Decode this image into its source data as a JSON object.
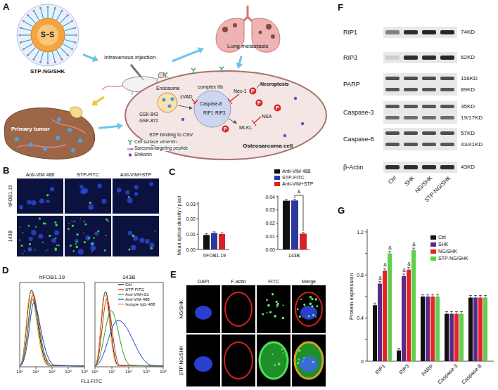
{
  "diagram": {
    "nodes": [
      {
        "text": [
          "S–S",
          "STP-NG/SHK"
        ]
      },
      {
        "text": [
          "Intravenous injection"
        ]
      },
      {
        "text": [
          "Lung metastasis"
        ]
      },
      {
        "text": [
          "Primary tumor"
        ]
      },
      {
        "text": [
          "Osteosarcoma cell"
        ]
      }
    ],
    "edges": [
      {
        "from": 0,
        "to": 1,
        "arrow": "to"
      },
      {
        "from": 1,
        "to": 2,
        "arrow": "to"
      },
      {
        "from": 1,
        "to": 3,
        "arrow": "to"
      },
      {
        "from": 2,
        "to": 4,
        "arrow": "to"
      },
      {
        "from": 3,
        "to": 4,
        "arrow": "to"
      }
    ],
    "labels": [
      "A",
      "B",
      "C",
      "D",
      "E",
      "F",
      "G",
      "Endosome",
      "zVAD",
      "complex IIb",
      "Caspase-8",
      "RIP1",
      "RIP3",
      "MLKL",
      "Nec-1",
      "NSA",
      "Necroptosis",
      "GSK-843",
      "GSK-872",
      "STP binding to CSV",
      "P",
      "P",
      "P",
      "P",
      "Anti-VIM 488",
      "STP-FITC",
      "Anti-VIM+STP",
      "hFOB1.19",
      "143B",
      "Mean optical density / pixel",
      "0.03",
      "0.02",
      "0.01",
      "0.00",
      "0.04",
      "0.03",
      "0.02",
      "0.01",
      "0.00",
      "hFOB1.19",
      "143B",
      "&",
      "hFOB1.19",
      "143B",
      "10⁰",
      "10¹",
      "10²",
      "10³",
      "10⁴",
      "10⁰",
      "10¹",
      "10²",
      "10³",
      "10⁴",
      "FL1-FITC",
      "DAPI",
      "F-actin",
      "FITC",
      "Merge",
      "NG/SHK",
      "STP-NG/SHK",
      "RIP1",
      "RIP3",
      "PARP",
      "Caspase-3",
      "Caspase-8",
      "β-Actin",
      "74KD",
      "62KD",
      "116KD",
      "89KD",
      "35KD",
      "19/17KD",
      "57KD",
      "43/41KD",
      "43KD",
      "Ctrl",
      "SHK",
      "NG/SHK",
      "STP-NG/SHK",
      "Protein expression",
      "1.2",
      "0.8",
      "0.4",
      "0",
      "RIP1",
      "RIP3",
      "PARP",
      "Caspase-3",
      "Caspase-8",
      "&",
      "&",
      "&",
      "&",
      "&",
      "&"
    ],
    "legend": [
      {
        "text": "Cell surface vimentin"
      },
      {
        "text": "Sarcoma-targeting peptide"
      },
      {
        "text": "Shikonin"
      },
      {
        "text": "Anti-VIM 488",
        "color": "#111111"
      },
      {
        "text": "STP-FITC",
        "color": "#2b3a9c"
      },
      {
        "text": "Anti-VIM+STP",
        "color": "#d92027"
      },
      {
        "text": "Ctrl"
      },
      {
        "text": "STP-FITC"
      },
      {
        "text": "Anti-VIM+S1"
      },
      {
        "text": "Anti-VIM 488"
      },
      {
        "text": "Isotype IgG 488"
      },
      {
        "text": "Ctrl",
        "color": "#111111"
      },
      {
        "text": "SHK",
        "color": "#5b2a86"
      },
      {
        "text": "NG/SHK",
        "color": "#e8222b"
      },
      {
        "text": "STP-NG/SHK",
        "color": "#5fcf4c"
      }
    ]
  }
}
